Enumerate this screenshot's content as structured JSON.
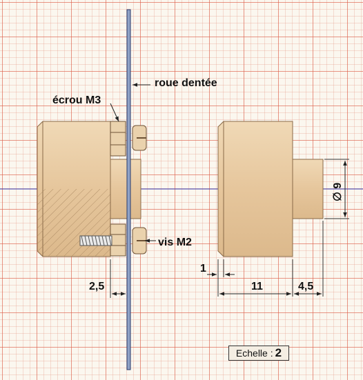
{
  "labels": {
    "gear": "roue dentée",
    "nut": "écrou M3",
    "screw": "vis M2"
  },
  "dimensions": {
    "diameter": "∅ 9",
    "offset": "1",
    "body_length": "11",
    "hub_length": "4,5",
    "gear_gap": "2,5"
  },
  "scale": {
    "label": "Echelle :",
    "value": "2"
  },
  "colors": {
    "part_fill": "#e8c9a0",
    "part_stroke": "#8a6a48",
    "hatch": "#a8865f",
    "gear_blue": "#8fa2c6",
    "axis": "#3333aa",
    "grid_major": "#dc5a46",
    "grid_minor": "#e18c78"
  }
}
